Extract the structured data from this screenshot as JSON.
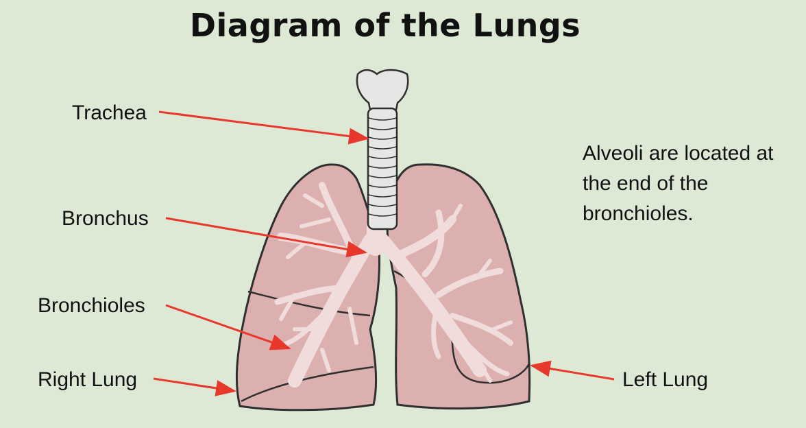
{
  "title": "Diagram of the Lungs",
  "labels": {
    "trachea": "Trachea",
    "bronchus": "Bronchus",
    "bronchioles": "Bronchioles",
    "right_lung": "Right Lung",
    "left_lung": "Left Lung"
  },
  "note": "Alveoli are located at the end of the bronchioles.",
  "colors": {
    "background": "#dde8d5",
    "lung": "#dcb0ae",
    "airway": "#f1dcdc",
    "trachea": "#e6e6e4",
    "arrow": "#e8382c"
  }
}
